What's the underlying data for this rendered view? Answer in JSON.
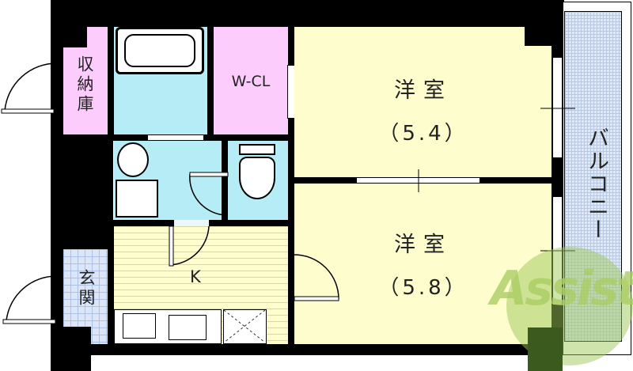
{
  "floorplan": {
    "rooms": {
      "storage": {
        "label": "収納庫"
      },
      "walk_in_closet": {
        "label": "W-CL"
      },
      "western_room_1": {
        "label": "洋室",
        "size": "（5.4）"
      },
      "western_room_2": {
        "label": "洋室",
        "size": "（5.8）"
      },
      "kitchen": {
        "label": "K"
      },
      "entrance": {
        "label": "玄関"
      },
      "balcony": {
        "label": "バルコニー"
      }
    },
    "watermark": {
      "text": "Assist"
    },
    "colors": {
      "wall": "#000000",
      "storage_closet": "#fccdfc",
      "wet_area": "#b5ecf6",
      "western_room": "#fdfdcd",
      "balcony": "#dfe8f6",
      "entrance": "#dce6f8",
      "watermark_green": "#b9d67a",
      "watermark_red": "#e88a7a"
    }
  }
}
